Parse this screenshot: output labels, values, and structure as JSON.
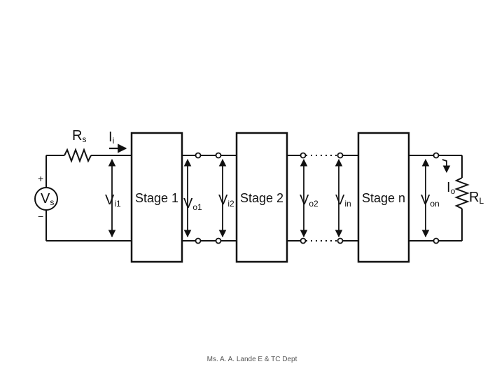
{
  "diagram": {
    "source": {
      "label": "V",
      "sub": "s",
      "plus": "+",
      "minus": "−"
    },
    "rs": {
      "label": "R",
      "sub": "s"
    },
    "ii": {
      "label": "I",
      "sub": "i"
    },
    "vi1": {
      "label": "V",
      "sub": "i1"
    },
    "stages": [
      "Stage 1",
      "Stage 2",
      "Stage n"
    ],
    "vo1": {
      "label": "V",
      "sub": "o1"
    },
    "vi2": {
      "label": "V",
      "sub": "i2"
    },
    "vo2": {
      "label": "V",
      "sub": "o2"
    },
    "vin": {
      "label": "V",
      "sub": "in"
    },
    "von": {
      "label": "V",
      "sub": "on"
    },
    "io": {
      "label": "I",
      "sub": "o"
    },
    "rl": {
      "label": "R",
      "sub": "L"
    }
  },
  "footer": {
    "text": "Ms. A. A. Lande E & TC Dept"
  }
}
